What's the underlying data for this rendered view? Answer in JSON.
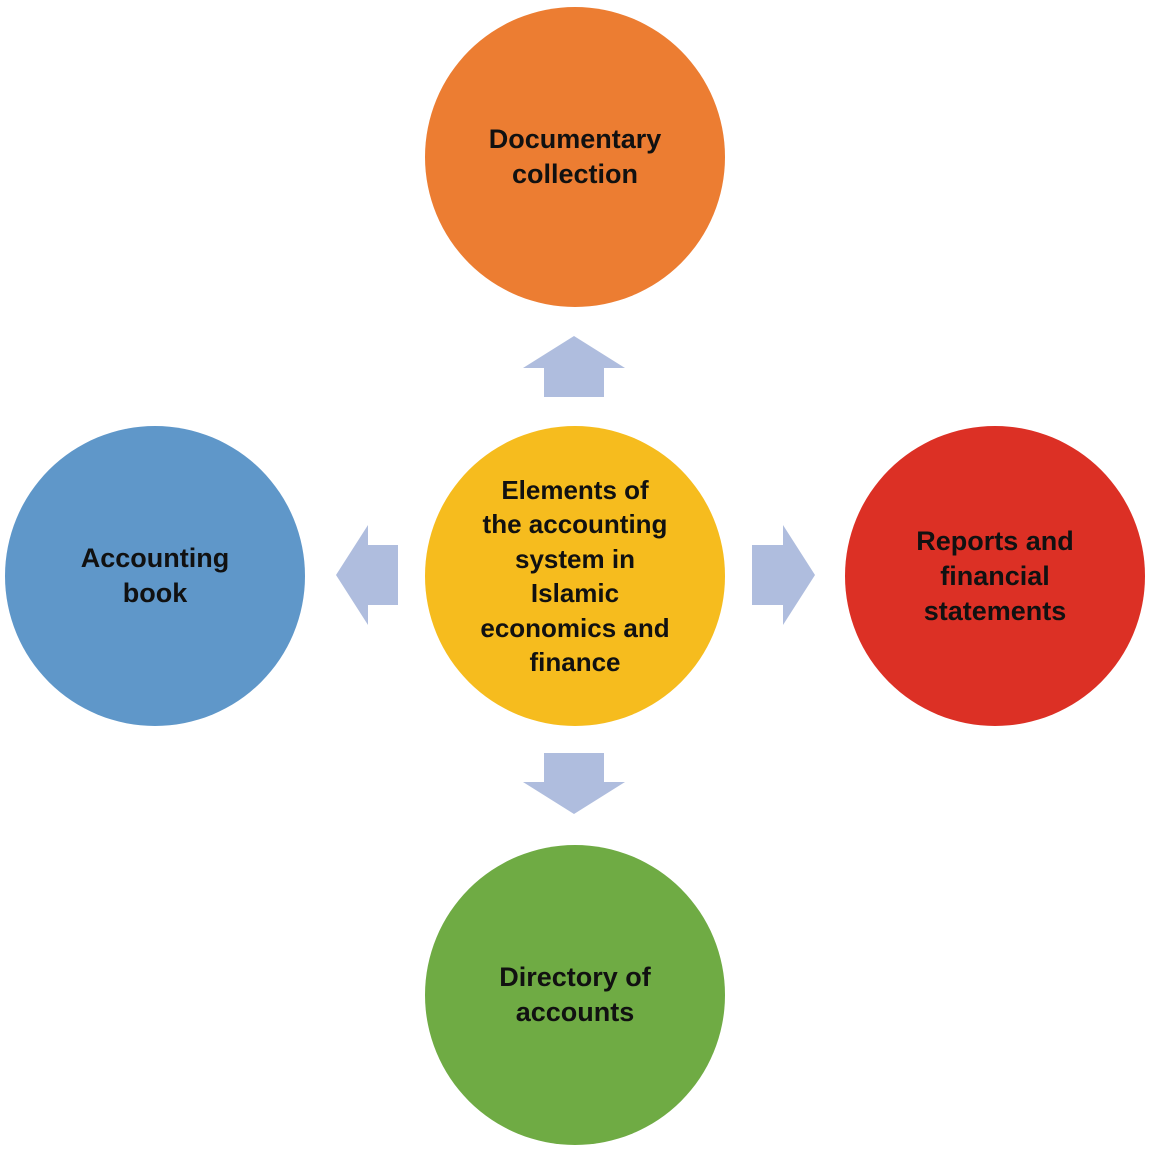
{
  "diagram": {
    "center": {
      "label": "Elements of\nthe accounting\nsystem in\nIslamic\neconomics and\nfinance",
      "color": "#F6BC1E"
    },
    "top": {
      "label": "Documentary\ncollection",
      "color": "#EC7D32"
    },
    "left": {
      "label": "Accounting\nbook",
      "color": "#5F97C9"
    },
    "right": {
      "label": "Reports and\nfinancial\nstatements",
      "color": "#DC3025"
    },
    "bottom": {
      "label": "Directory of\naccounts",
      "color": "#6FAB44"
    },
    "arrow_color": "#AFBDDE"
  }
}
